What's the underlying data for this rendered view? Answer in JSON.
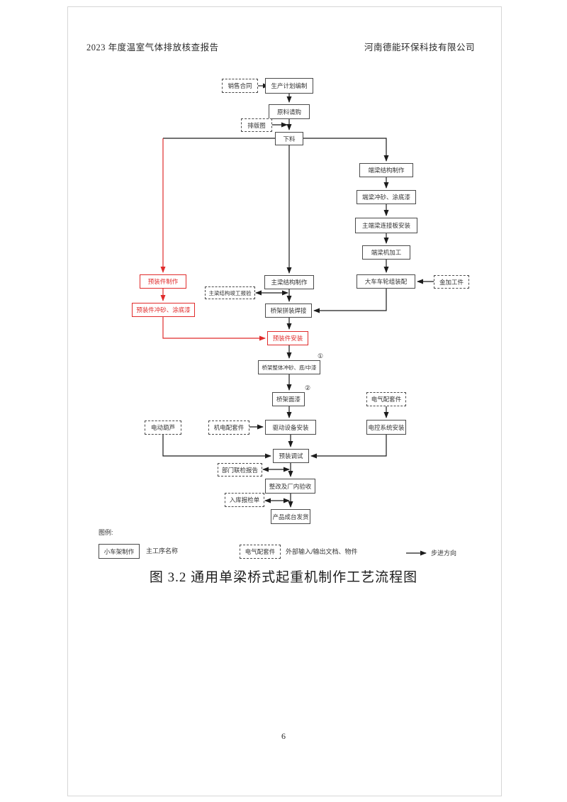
{
  "page": {
    "header_left": "2023 年度温室气体排放核查报告",
    "header_right": "河南德能环保科技有限公司",
    "caption": "图 3.2  通用单梁桥式起重机制作工艺流程图",
    "page_number": "6"
  },
  "colors": {
    "accent_red": "#e02b2b",
    "line_black": "#1c1c1c"
  },
  "flowchart": {
    "nodes": {
      "sales_contract": "销售合同",
      "production_plan": "生产计划编制",
      "material_request": "原料请购",
      "layout_drawing": "排版图",
      "cutting": "下料",
      "end_beam_fab": "端梁结构制作",
      "end_beam_paint": "端梁冲砂、涂底漆",
      "end_beam_plate": "主端梁连接板安装",
      "end_beam_machining": "端梁机加工",
      "cart_wheel_assembly": "大车车轮组装配",
      "metal_parts": "金加工件",
      "pre_parts_fab": "预装件制作",
      "pre_parts_paint": "预装件冲砂、涂底漆",
      "pre_parts_install": "预装件安装",
      "main_beam_fab": "主梁结构制作",
      "main_beam_report": "主梁结构竣工报验",
      "bridge_welding": "桥架拼装焊接",
      "bridge_sandblast": "桥架整体冲砂、底/中漆",
      "bridge_topcoat": "桥架面漆",
      "electric_parts": "电气配套件",
      "electric_hoist": "电动葫芦",
      "mech_elec_parts": "机电配套件",
      "drive_install": "驱动设备安装",
      "control_install": "电控系统安装",
      "pre_test": "预装调试",
      "dept_report": "部门联检报告",
      "rectify_accept": "整改及厂内验收",
      "warehouse_form": "入库报检单",
      "product_delivery": "产品成台发货"
    },
    "notes": {
      "n1": "①",
      "n2": "②"
    }
  },
  "legend": {
    "title": "图例:",
    "solid_box": "小车架制作",
    "solid_label": "主工序名称",
    "dashed_box": "电气配套件",
    "dashed_label": "外部输入/输出文档、物件",
    "arrow_label": "步进方向"
  }
}
